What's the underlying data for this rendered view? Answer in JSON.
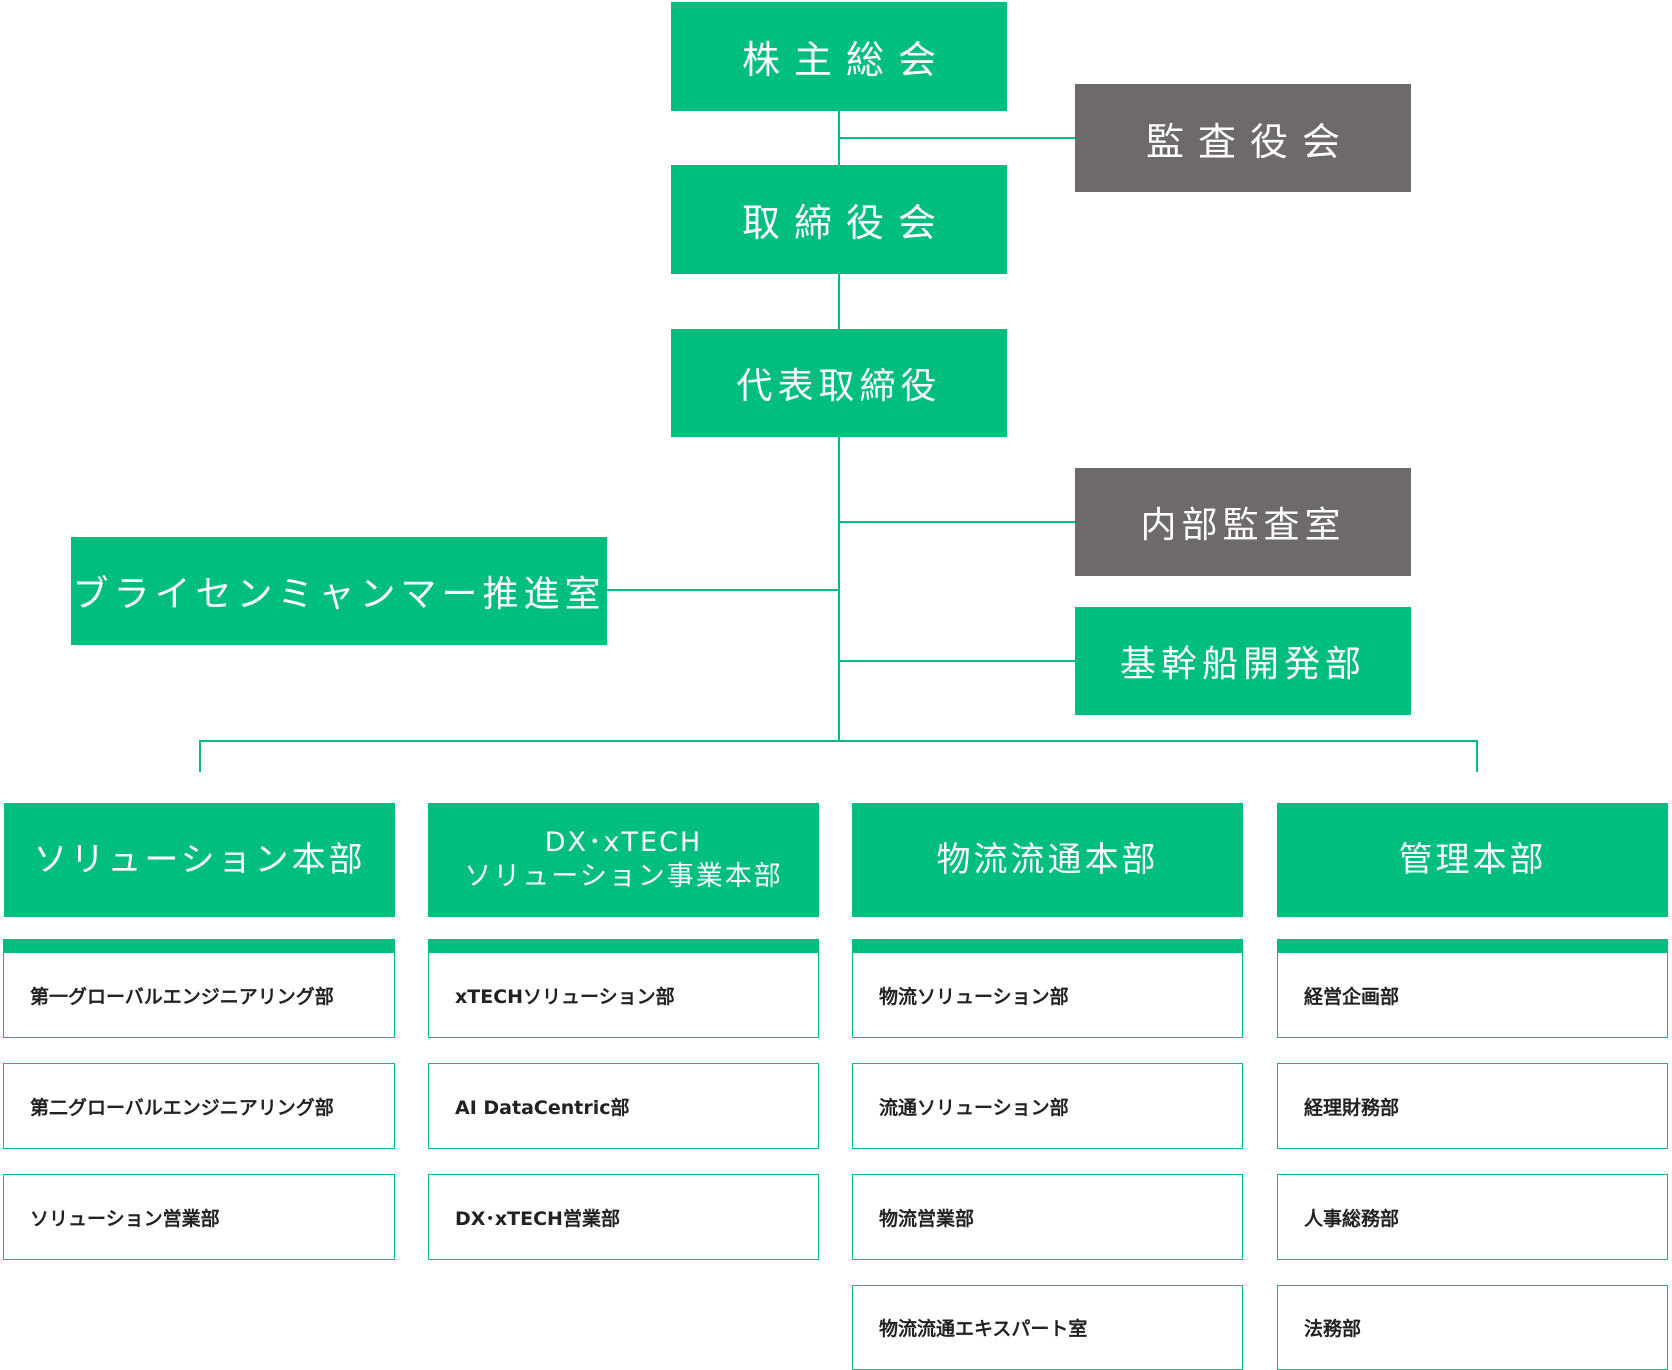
{
  "top": {
    "shareholders": "株主総会",
    "auditors": "監査役会",
    "board": "取締役会",
    "representative": "代表取締役"
  },
  "staff": {
    "internal_audit": "内部監査室",
    "myanmar": "ブライセンミャンマー推進室",
    "core_ship": "基幹船開発部"
  },
  "divisions": [
    {
      "title": "ソリューション本部",
      "departments": [
        "第一グローバルエンジニアリング部",
        "第二グローバルエンジニアリング部",
        "ソリューション営業部"
      ]
    },
    {
      "title_line1": "DX･xTECH",
      "title_line2": "ソリューション事業本部",
      "departments": [
        "xTECHソリューション部",
        "AI DataCentric部",
        "DX･xTECH営業部"
      ]
    },
    {
      "title": "物流流通本部",
      "departments": [
        "物流ソリューション部",
        "流通ソリューション部",
        "物流営業部",
        "物流流通エキスパート室"
      ]
    },
    {
      "title": "管理本部",
      "departments": [
        "経営企画部",
        "経理財務部",
        "人事総務部",
        "法務部"
      ]
    }
  ],
  "colors": {
    "green": "#00be7e",
    "gray": "#6e6a69"
  }
}
